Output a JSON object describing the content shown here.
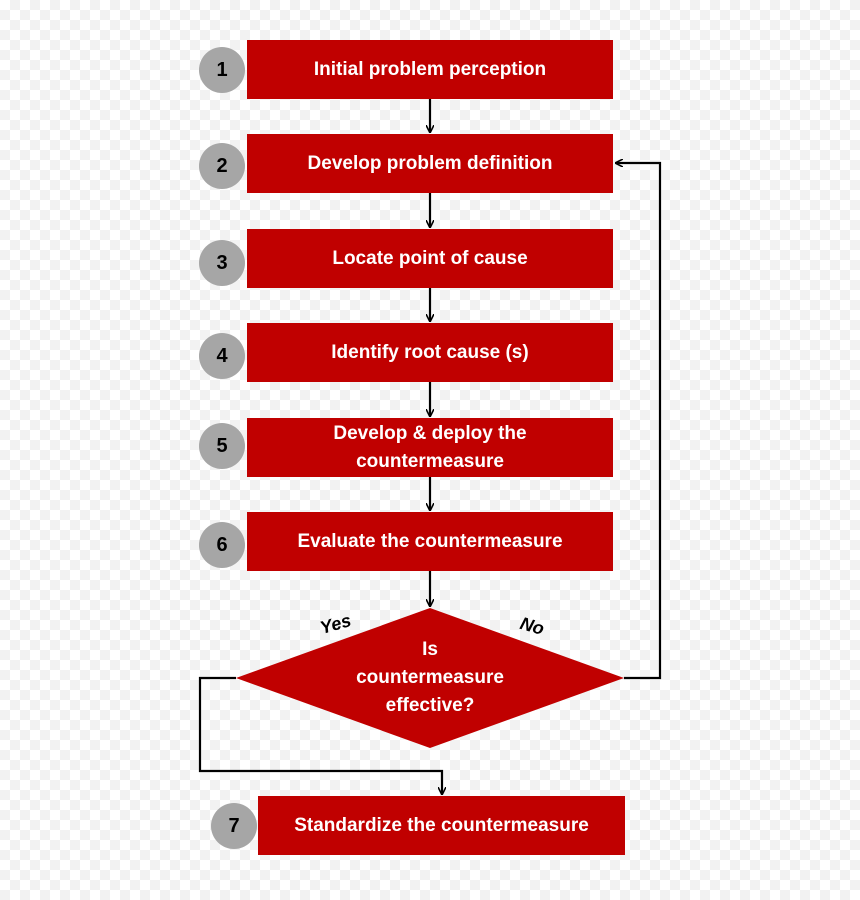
{
  "steps": [
    {
      "number": "1",
      "label": "Initial problem perception"
    },
    {
      "number": "2",
      "label": "Develop problem definition"
    },
    {
      "number": "3",
      "label": "Locate point of cause"
    },
    {
      "number": "4",
      "label": "Identify root cause (s)"
    },
    {
      "number": "5",
      "label_line1": "Develop & deploy the",
      "label_line2": "countermeasure"
    },
    {
      "number": "6",
      "label": "Evaluate the countermeasure"
    },
    {
      "number": "7",
      "label": "Standardize the countermeasure"
    }
  ],
  "decision": {
    "line1": "Is",
    "line2": "countermeasure",
    "line3": "effective?",
    "yes_label": "Yes",
    "no_label": "No"
  },
  "colors": {
    "box_fill": "#c00000",
    "badge_fill": "#a6a6a6",
    "text_on_box": "#ffffff",
    "connector": "#000000"
  }
}
